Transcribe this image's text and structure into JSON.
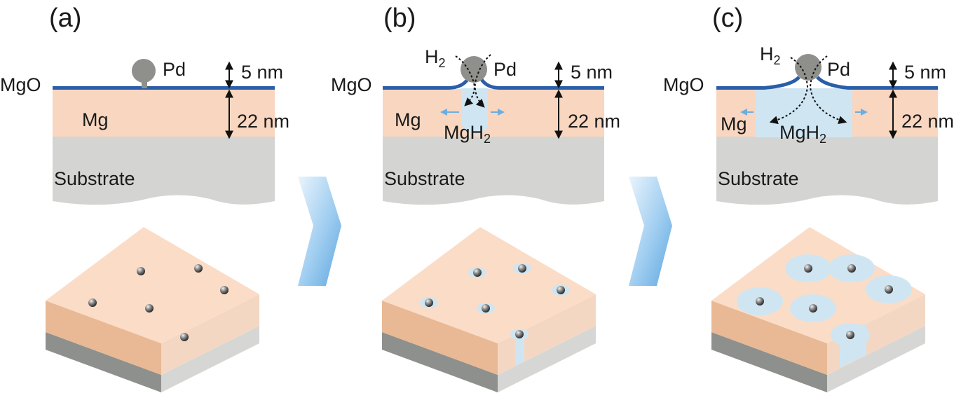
{
  "panels": [
    {
      "label": "(a)",
      "layer_labels": {
        "oxide": "MgO",
        "metal": "Mg",
        "substrate": "Substrate",
        "catalyst": "Pd"
      },
      "thickness_labels": {
        "oxide": "5 nm",
        "metal": "22 nm"
      }
    },
    {
      "label": "(b)",
      "layer_labels": {
        "oxide": "MgO",
        "metal": "Mg",
        "substrate": "Substrate",
        "catalyst": "Pd",
        "gas": "H",
        "gas_sub": "2",
        "hydride": "MgH",
        "hydride_sub": "2"
      },
      "thickness_labels": {
        "oxide": "5 nm",
        "metal": "22 nm"
      }
    },
    {
      "label": "(c)",
      "layer_labels": {
        "oxide": "MgO",
        "metal": "Mg",
        "substrate": "Substrate",
        "catalyst": "Pd",
        "gas": "H",
        "gas_sub": "2",
        "hydride": "MgH",
        "hydride_sub": "2"
      },
      "thickness_labels": {
        "oxide": "5 nm",
        "metal": "22 nm"
      }
    }
  ],
  "colors": {
    "mg": "#f8d6c0",
    "mgo": "#2b5ea8",
    "substrate": "#d4d5d2",
    "mgh2": "#cfe6f2",
    "pd": "#8f8f8b",
    "arrow": "#6aaee3"
  }
}
